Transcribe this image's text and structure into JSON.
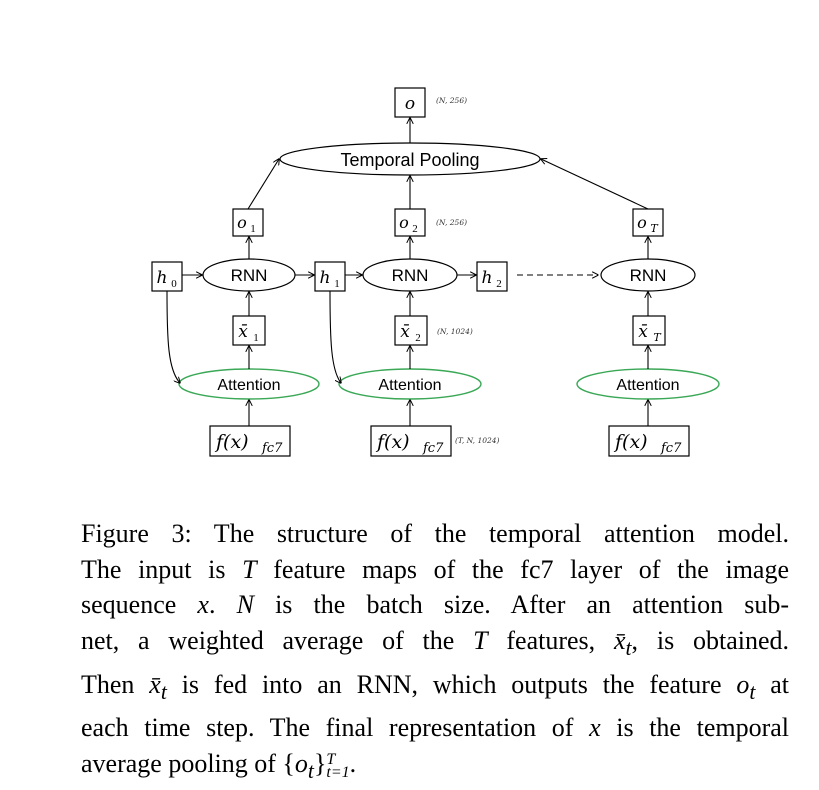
{
  "diagram": {
    "output_node": "o",
    "output_shape": "(N, 256)",
    "pooling_label": "Temporal Pooling",
    "o_labels": [
      "o",
      "o",
      "o"
    ],
    "o_subscripts": [
      "1",
      "2",
      "T"
    ],
    "o_shape": "(N, 256)",
    "rnn_label": "RNN",
    "hidden_labels": [
      "h",
      "h",
      "h"
    ],
    "hidden_subscripts": [
      "0",
      "1",
      "2"
    ],
    "xbar_labels": [
      "x̄",
      "x̄",
      "x̄"
    ],
    "xbar_subscripts": [
      "1",
      "2",
      "T"
    ],
    "xbar_shape": "(N, 1024)",
    "attention_label": "Attention",
    "feature_label": "f(x)",
    "feature_subscript": "fc7",
    "feature_shape": "(T, N, 1024)"
  },
  "caption": {
    "l1_a": "Figure 3: The structure of the temporal attention model.",
    "l2_a": "The input is ",
    "l2_T": "T",
    "l2_b": " feature maps of the fc7 layer of the image",
    "l3_a": "sequence ",
    "l3_x": "x",
    "l3_b": ".  ",
    "l3_N": "N",
    "l3_c": " is the batch size.  After an attention sub-",
    "l4_a": "net, a weighted average of the ",
    "l4_T": "T",
    "l4_b": " features, ",
    "l4_xbar": "x̄",
    "l4_t": "t",
    "l4_c": ", is obtained.",
    "l5_a": "Then ",
    "l5_xbar": "x̄",
    "l5_t": "t",
    "l5_b": " is fed into an RNN, which outputs the feature ",
    "l5_o": "o",
    "l5_ot": "t",
    "l5_c": " at",
    "l6_a": "each time step. The final representation of ",
    "l6_x": "x",
    "l6_b": " is the temporal",
    "l7_a": "average pooling of {",
    "l7_o": "o",
    "l7_ot": "t",
    "l7_close": "}",
    "l7_sup": "T",
    "l7_sub": "t=1",
    "l7_end": "."
  }
}
